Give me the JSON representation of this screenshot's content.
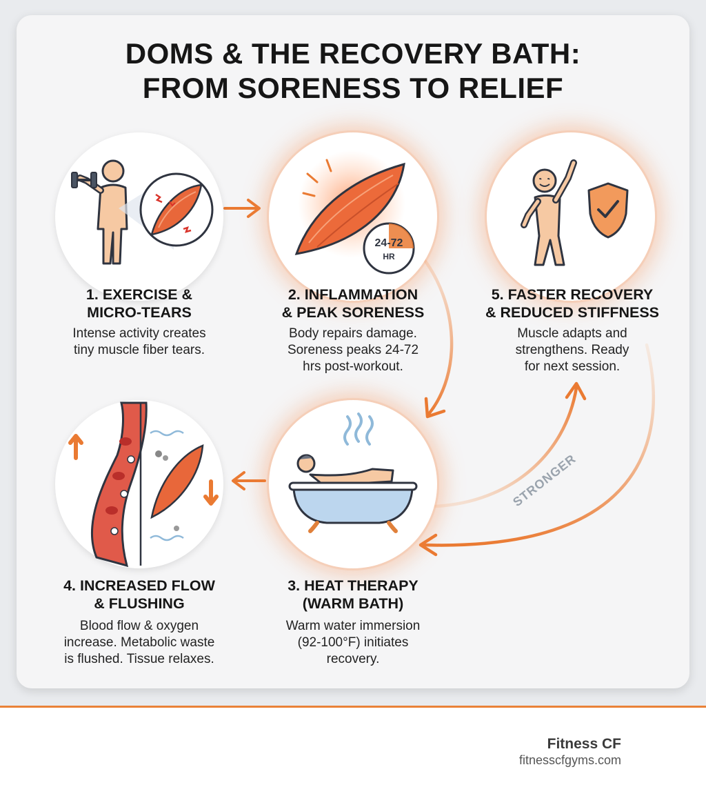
{
  "title": {
    "line1": "DOMS & THE RECOVERY BATH:",
    "line2": "FROM SORENESS TO RELIEF"
  },
  "steps": [
    {
      "title_lines": [
        "1. EXERCISE &",
        "MICRO-TEARS"
      ],
      "desc_lines": [
        "Intense activity creates",
        "tiny muscle fiber tears."
      ],
      "icon": "dumbbell-person-icon"
    },
    {
      "title_lines": [
        "2. INFLAMMATION",
        "& PEAK SORENESS"
      ],
      "desc_lines": [
        "Body repairs damage.",
        "Soreness peaks 24-72",
        "hrs post-workout."
      ],
      "icon": "inflamed-muscle-icon",
      "timer_label": "24-72",
      "timer_unit": "HR"
    },
    {
      "title_lines": [
        "3. HEAT THERAPY",
        "(WARM BATH)"
      ],
      "desc_lines": [
        "Warm water immersion",
        "(92-100°F) initiates",
        "recovery."
      ],
      "icon": "bathtub-icon"
    },
    {
      "title_lines": [
        "4. INCREASED FLOW",
        "& FLUSHING"
      ],
      "desc_lines": [
        "Blood flow & oxygen",
        "increase. Metabolic waste",
        "is flushed. Tissue relaxes."
      ],
      "icon": "blood-flow-icon"
    },
    {
      "title_lines": [
        "5. FASTER RECOVERY",
        "& REDUCED STIFFNESS"
      ],
      "desc_lines": [
        "Muscle adapts and",
        "strengthens. Ready",
        "for next session."
      ],
      "icon": "happy-person-shield-icon"
    }
  ],
  "arrow_label": "STRONGER",
  "footer": {
    "brand": "Fitness CF",
    "site": "fitnesscfgyms.com"
  },
  "colors": {
    "accent": "#ea8238",
    "muscle": "#e8673a",
    "skin": "#f6c9a3",
    "outline": "#2f3440",
    "water": "#8fb9d9"
  }
}
